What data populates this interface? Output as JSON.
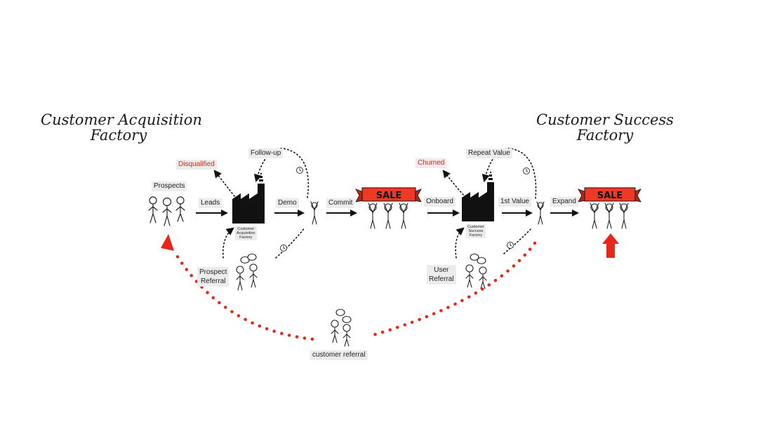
{
  "titles": {
    "acquisition": [
      "Customer Acquisition",
      "Factory"
    ],
    "success": [
      "Customer Success",
      "Factory"
    ]
  },
  "labels": {
    "prospects": "Prospects",
    "leads": "Leads",
    "disqualified": "Disqualified",
    "follow_up": "Follow-up",
    "demo": "Demo",
    "commit": "Commit",
    "prospect_referral": [
      "Prospect",
      "Referral"
    ],
    "churned": "Churned",
    "repeat_value": "Repeat Value",
    "onboard": "Onboard",
    "first_value": "1st Value",
    "expand": "Expand",
    "user_referral": [
      "User",
      "Referral"
    ],
    "customer_referral": "customer referral"
  },
  "factories": {
    "acquisition": [
      "Customer",
      "Acquisition",
      "Factory"
    ],
    "success": [
      "Customer",
      "Success",
      "Factory"
    ]
  },
  "banners": {
    "sale_text": "SALE"
  },
  "colors": {
    "accent_red": "#e8271b",
    "banner_red": "#ee3a24",
    "ink": "#111111",
    "tag_bg": "#ececec"
  },
  "icons": [
    "factory-icon",
    "stick-figure-icon",
    "clock-icon",
    "sale-banner-icon",
    "up-arrow-icon",
    "speech-bubble-icon"
  ]
}
